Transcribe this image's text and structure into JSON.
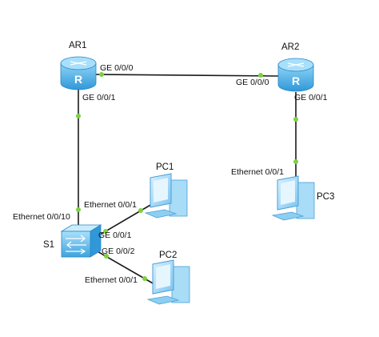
{
  "devices": {
    "ar1": {
      "name": "AR1",
      "type": "router"
    },
    "ar2": {
      "name": "AR2",
      "type": "router"
    },
    "s1": {
      "name": "S1",
      "type": "switch"
    },
    "pc1": {
      "name": "PC1",
      "type": "pc"
    },
    "pc2": {
      "name": "PC2",
      "type": "pc"
    },
    "pc3": {
      "name": "PC3",
      "type": "pc"
    }
  },
  "links": [
    {
      "from": "AR1",
      "from_port": "GE 0/0/0",
      "to": "AR2",
      "to_port": "GE 0/0/0"
    },
    {
      "from": "AR1",
      "from_port": "GE 0/0/1",
      "to": "S1",
      "to_port": "Ethernet 0/0/10"
    },
    {
      "from": "S1",
      "from_port": "GE 0/0/1",
      "to": "PC1",
      "to_port": "Ethernet 0/0/1"
    },
    {
      "from": "S1",
      "from_port": "GE 0/0/2",
      "to": "PC2",
      "to_port": "Ethernet 0/0/1"
    },
    {
      "from": "AR2",
      "from_port": "GE 0/0/1",
      "to": "PC3",
      "to_port": "Ethernet 0/0/1"
    }
  ],
  "colors": {
    "router_body": "#4fb3e8",
    "router_top": "#9fdcfa",
    "pc_blue": "#8cccf0",
    "link_line": "#1a1a1a",
    "port_dot": "#7bd23c"
  }
}
